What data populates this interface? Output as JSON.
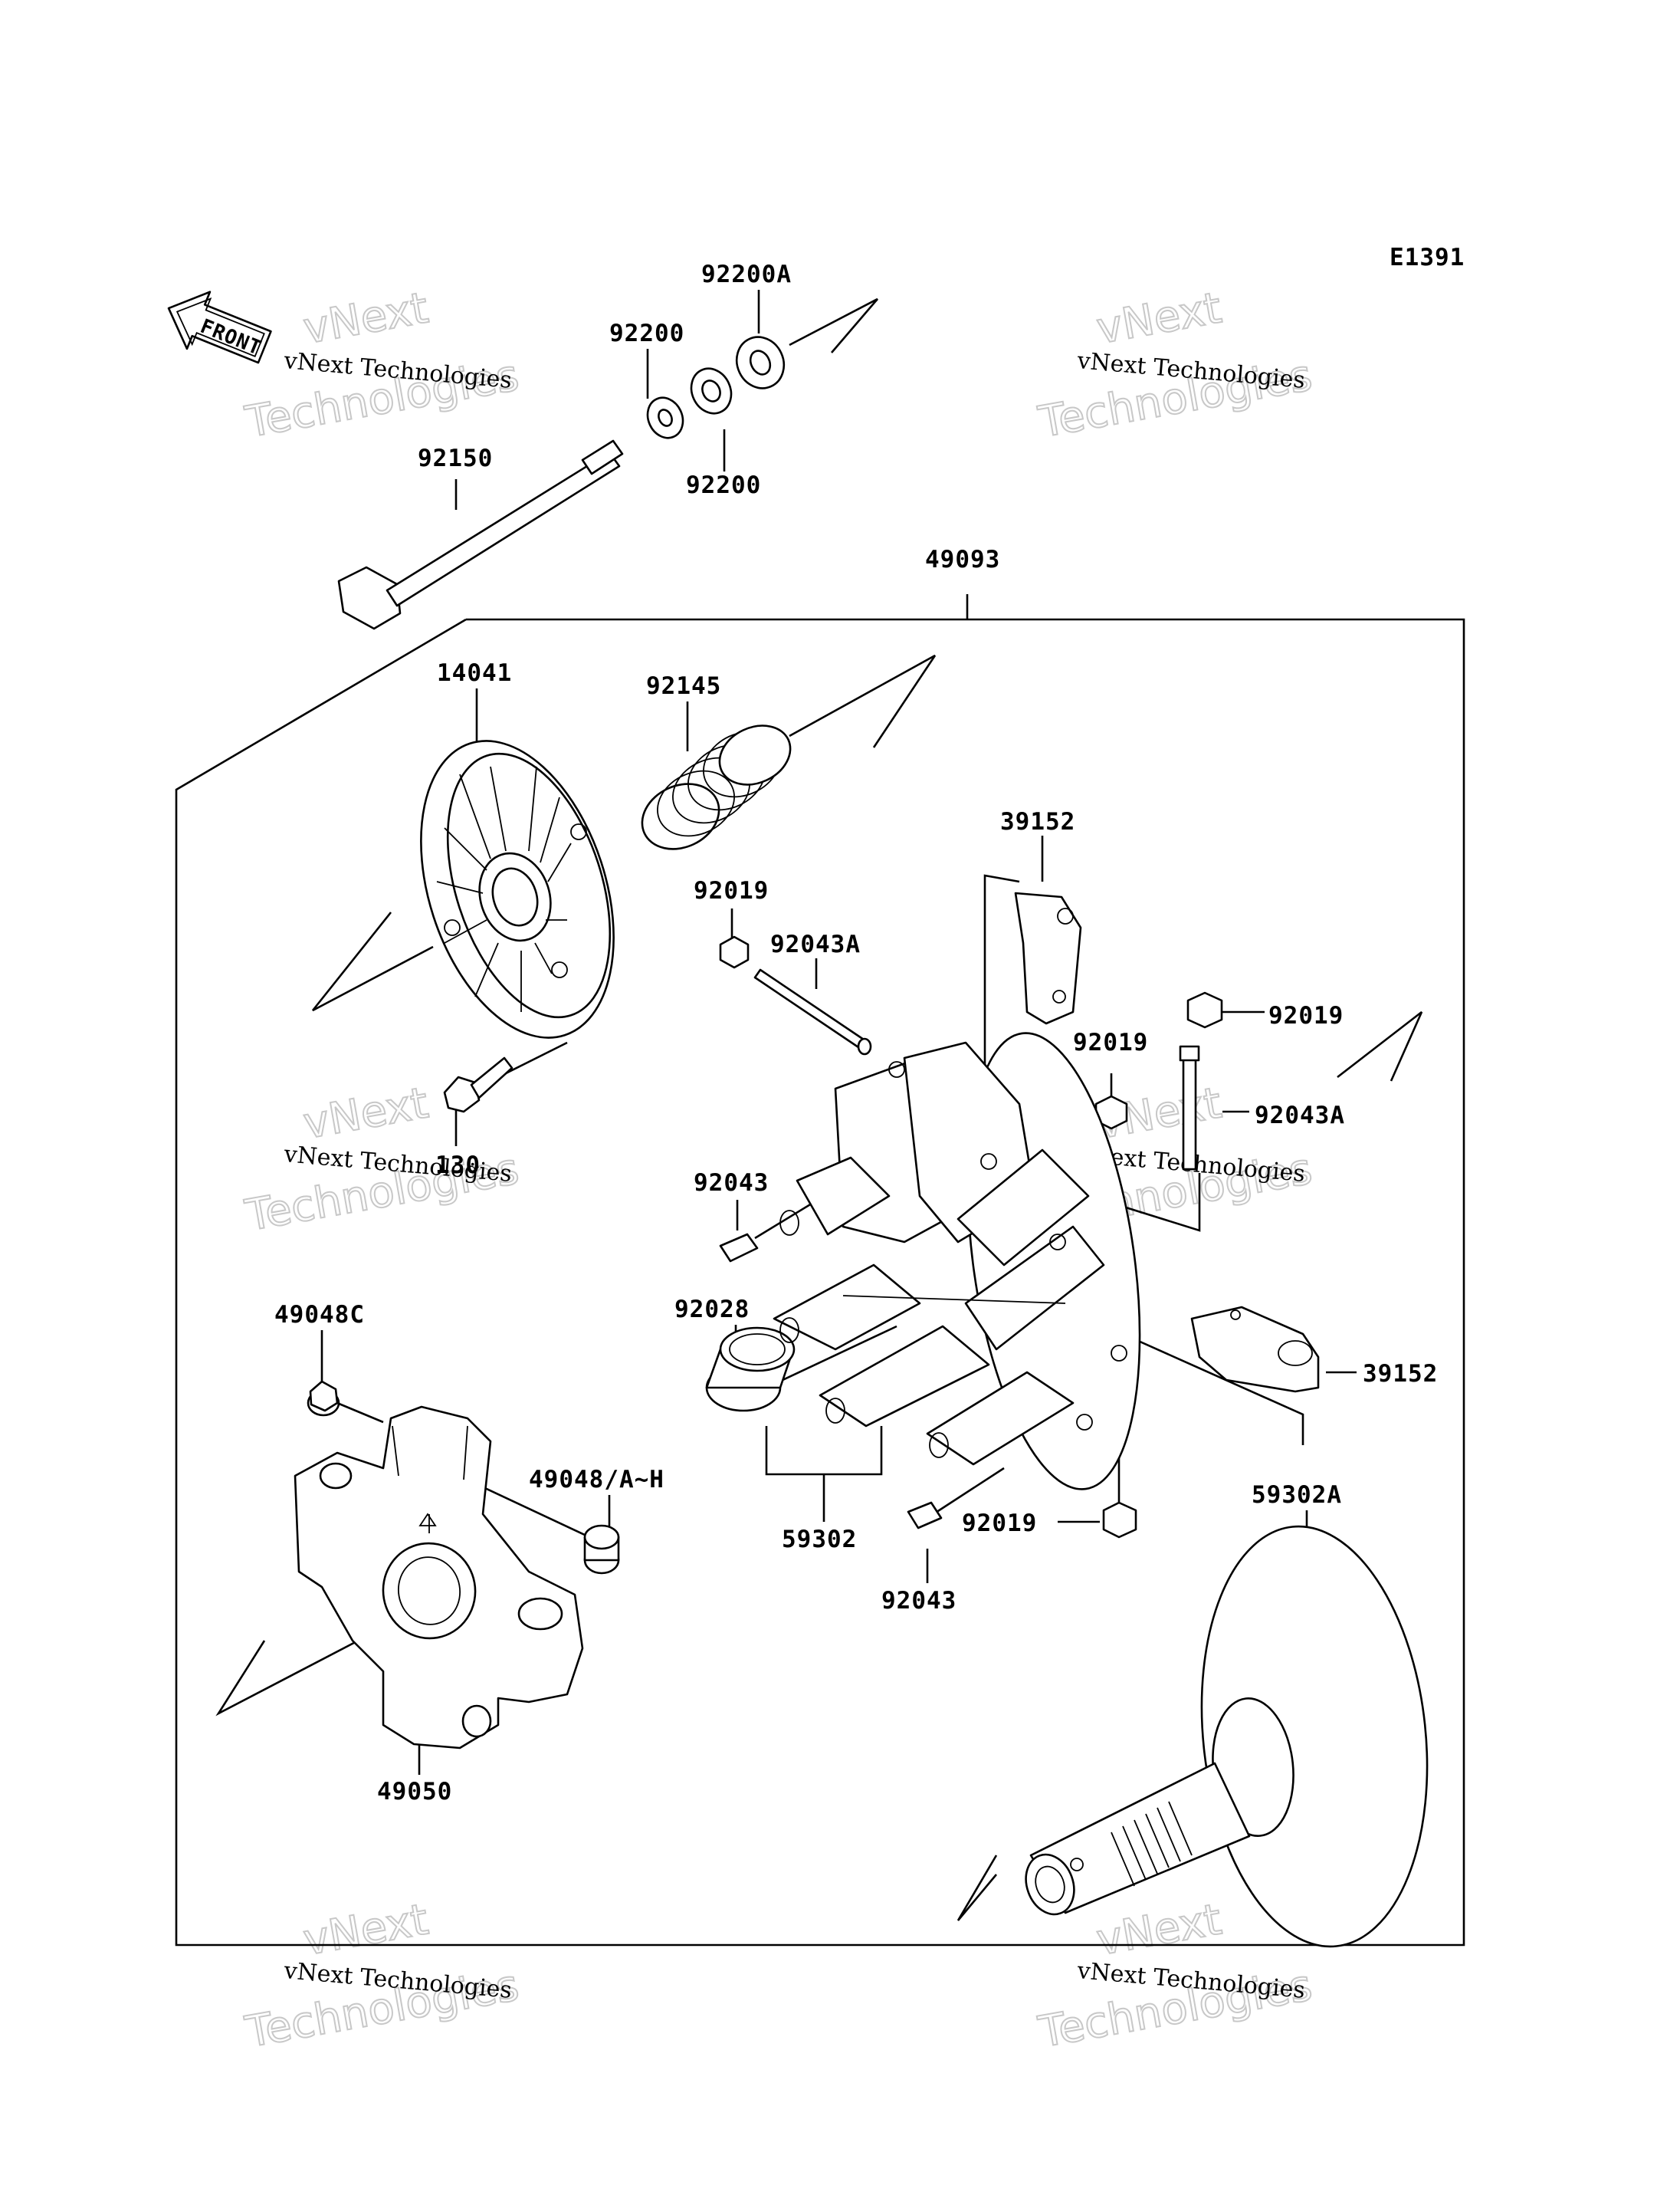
{
  "diagram_code": "E1391",
  "front_marker": "FRONT",
  "watermark": {
    "line1": "vNext Technologies",
    "line2": "vNext",
    "line3": "Technologies"
  },
  "parts": [
    "92200A",
    "92200",
    "92200",
    "92150",
    "49093",
    "14041",
    "92145",
    "39152",
    "92019",
    "92043A",
    "92019",
    "92019",
    "92043A",
    "130",
    "92043",
    "92028",
    "39152",
    "49048C",
    "49048/A~H",
    "59302",
    "92019",
    "92043",
    "59302A",
    "49050"
  ]
}
